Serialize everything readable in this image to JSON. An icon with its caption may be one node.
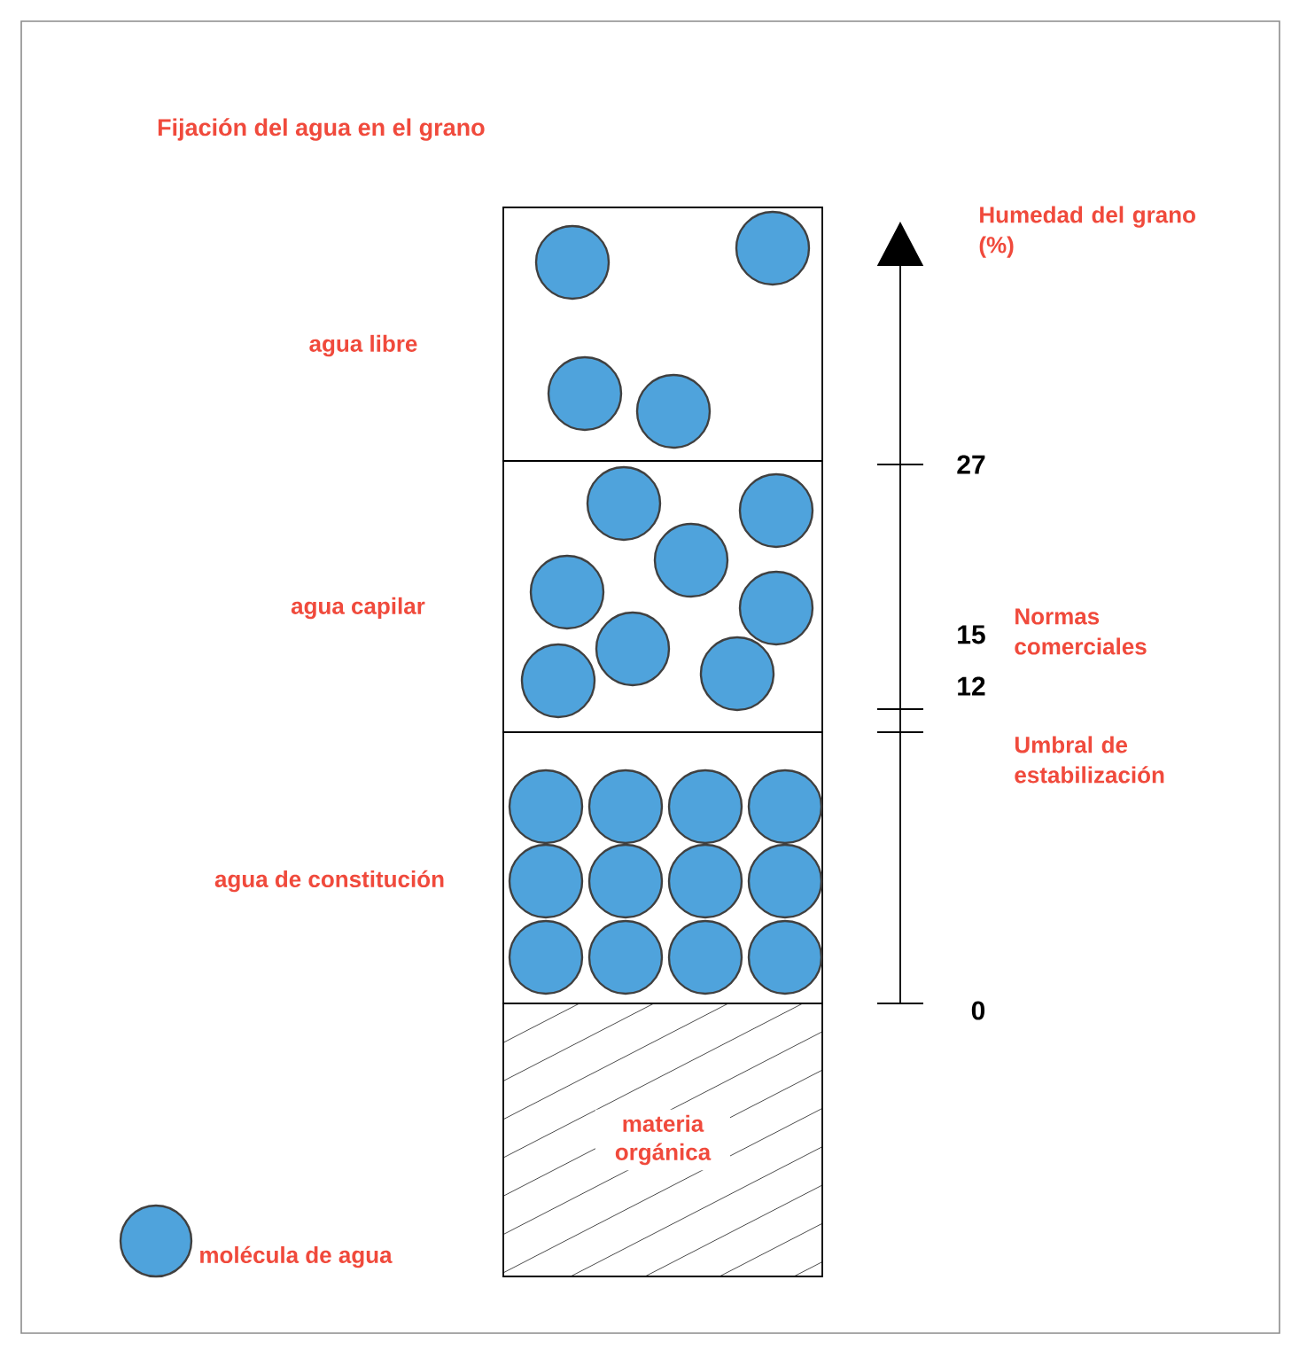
{
  "diagram": {
    "title": "Fijación del agua en el grano",
    "nodes": [
      {
        "text": [],
        "shape": "box",
        "beside": [
          "agua libre"
        ]
      },
      {
        "text": [],
        "shape": "box",
        "beside": [
          "agua capilar"
        ]
      },
      {
        "text": [],
        "shape": "box",
        "beside": [
          "agua de constitución"
        ]
      },
      {
        "text": [
          "materia orgánica"
        ]
      }
    ],
    "labels": [
      "Humedad del grano (%)",
      "27",
      "15",
      "Normas comerciales",
      "12",
      "Umbral de estabilización",
      "0"
    ],
    "legend": [
      {
        "text": "molécula de agua",
        "color": "#4fa3dc"
      }
    ]
  }
}
